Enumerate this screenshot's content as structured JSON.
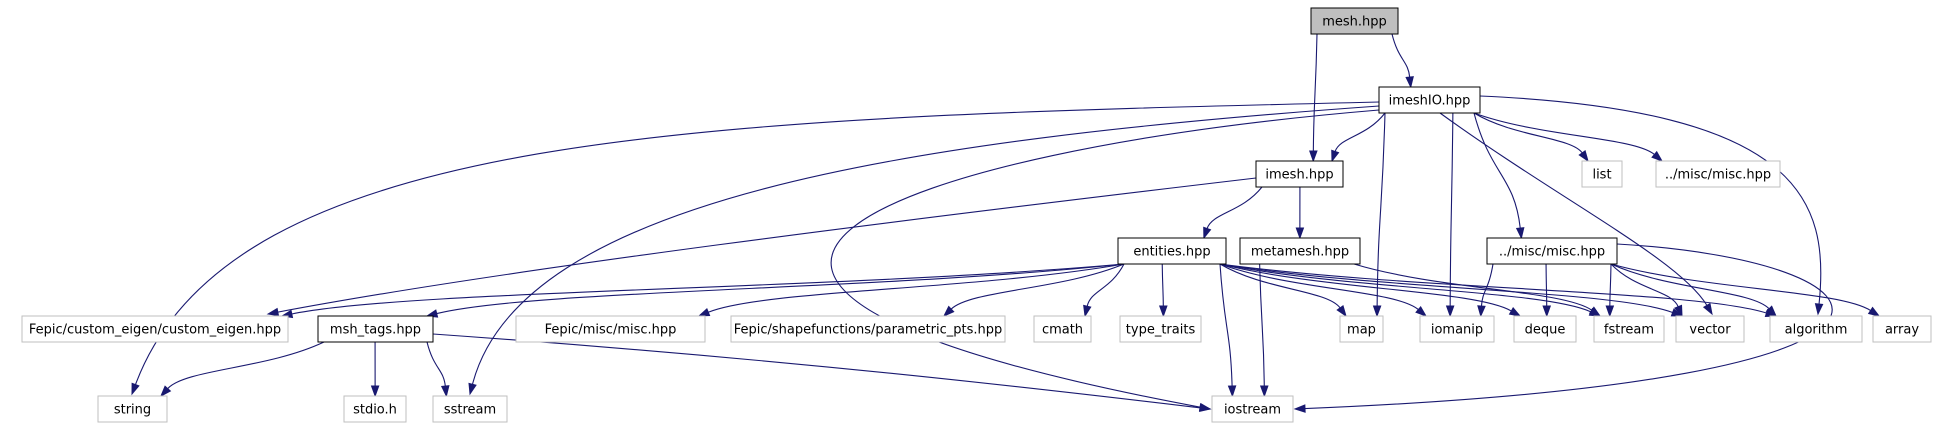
{
  "colors": {
    "edge": "#191970",
    "root_fill": "#bfbfbf",
    "root_stroke": "#000000",
    "doc_fill": "#ffffff",
    "doc_stroke": "#000000",
    "ext_fill": "#ffffff",
    "ext_stroke": "#bfbfbf",
    "ext_text": "#7f7f7f"
  },
  "nodes": [
    {
      "id": "mesh",
      "label": "mesh.hpp",
      "kind": "root"
    },
    {
      "id": "imeshio",
      "label": "imeshIO.hpp",
      "kind": "documented"
    },
    {
      "id": "imesh",
      "label": "imesh.hpp",
      "kind": "documented"
    },
    {
      "id": "list",
      "label": "list",
      "kind": "external"
    },
    {
      "id": "miscTop",
      "label": "../misc/misc.hpp",
      "kind": "external"
    },
    {
      "id": "entities",
      "label": "entities.hpp",
      "kind": "documented"
    },
    {
      "id": "metamesh",
      "label": "metamesh.hpp",
      "kind": "documented"
    },
    {
      "id": "miscDoc",
      "label": "../misc/misc.hpp",
      "kind": "documented"
    },
    {
      "id": "custom",
      "label": "Fepic/custom_eigen/custom_eigen.hpp",
      "kind": "external"
    },
    {
      "id": "mshtags",
      "label": "msh_tags.hpp",
      "kind": "documented"
    },
    {
      "id": "fepicmisc",
      "label": "Fepic/misc/misc.hpp",
      "kind": "external"
    },
    {
      "id": "parametric",
      "label": "Fepic/shapefunctions/parametric_pts.hpp",
      "kind": "external"
    },
    {
      "id": "cmath",
      "label": "cmath",
      "kind": "external"
    },
    {
      "id": "typetraits",
      "label": "type_traits",
      "kind": "external"
    },
    {
      "id": "map",
      "label": "map",
      "kind": "external"
    },
    {
      "id": "iomanip",
      "label": "iomanip",
      "kind": "external"
    },
    {
      "id": "deque",
      "label": "deque",
      "kind": "external"
    },
    {
      "id": "fstream",
      "label": "fstream",
      "kind": "external"
    },
    {
      "id": "vector",
      "label": "vector",
      "kind": "external"
    },
    {
      "id": "algorithm",
      "label": "algorithm",
      "kind": "external"
    },
    {
      "id": "array",
      "label": "array",
      "kind": "external"
    },
    {
      "id": "string",
      "label": "string",
      "kind": "external"
    },
    {
      "id": "stdio",
      "label": "stdio.h",
      "kind": "external"
    },
    {
      "id": "sstream",
      "label": "sstream",
      "kind": "external"
    },
    {
      "id": "iostream",
      "label": "iostream",
      "kind": "external"
    }
  ],
  "edges": [
    [
      "mesh",
      "imeshio"
    ],
    [
      "mesh",
      "imesh"
    ],
    [
      "imeshio",
      "imesh"
    ],
    [
      "imeshio",
      "list"
    ],
    [
      "imeshio",
      "miscTop"
    ],
    [
      "imeshio",
      "algorithm"
    ],
    [
      "imeshio",
      "string"
    ],
    [
      "imeshio",
      "sstream"
    ],
    [
      "imeshio",
      "iostream"
    ],
    [
      "imeshio",
      "map"
    ],
    [
      "imeshio",
      "iomanip"
    ],
    [
      "imeshio",
      "miscDoc"
    ],
    [
      "imeshio",
      "vector"
    ],
    [
      "imesh",
      "custom"
    ],
    [
      "imesh",
      "entities"
    ],
    [
      "imesh",
      "metamesh"
    ],
    [
      "entities",
      "custom"
    ],
    [
      "entities",
      "mshtags"
    ],
    [
      "entities",
      "fepicmisc"
    ],
    [
      "entities",
      "parametric"
    ],
    [
      "entities",
      "cmath"
    ],
    [
      "entities",
      "typetraits"
    ],
    [
      "entities",
      "iostream"
    ],
    [
      "entities",
      "map"
    ],
    [
      "entities",
      "iomanip"
    ],
    [
      "entities",
      "deque"
    ],
    [
      "entities",
      "fstream"
    ],
    [
      "entities",
      "vector"
    ],
    [
      "entities",
      "algorithm"
    ],
    [
      "metamesh",
      "iostream"
    ],
    [
      "metamesh",
      "fstream"
    ],
    [
      "miscDoc",
      "iomanip"
    ],
    [
      "miscDoc",
      "deque"
    ],
    [
      "miscDoc",
      "fstream"
    ],
    [
      "miscDoc",
      "vector"
    ],
    [
      "miscDoc",
      "algorithm"
    ],
    [
      "miscDoc",
      "array"
    ],
    [
      "miscDoc",
      "iostream"
    ],
    [
      "mshtags",
      "string"
    ],
    [
      "mshtags",
      "stdio"
    ],
    [
      "mshtags",
      "sstream"
    ],
    [
      "mshtags",
      "iostream"
    ]
  ]
}
